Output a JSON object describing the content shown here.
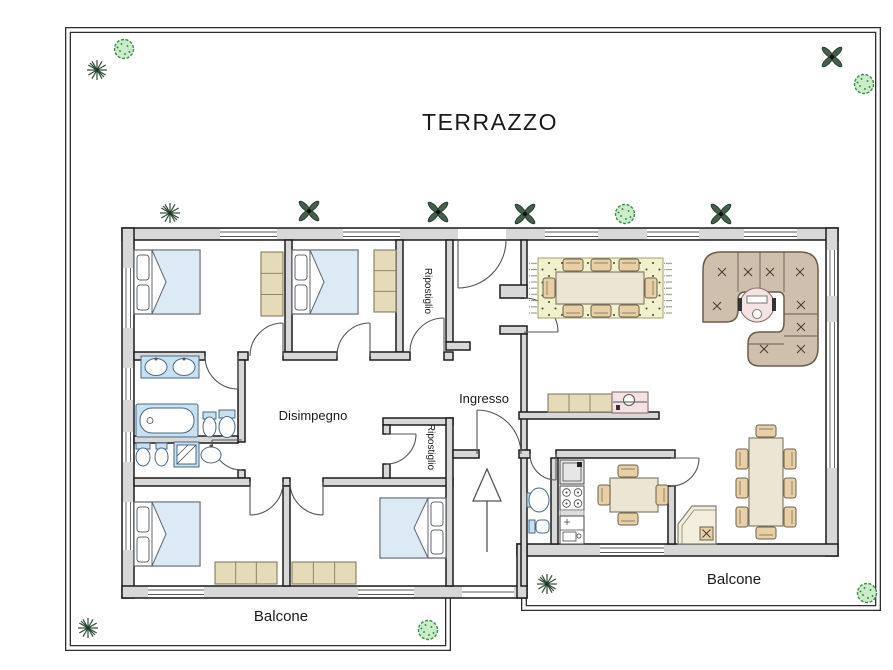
{
  "plan": {
    "title": "TERRAZZO",
    "labels": {
      "terrazzo": "TERRAZZO",
      "ripostiglio_top": "Ripostiglio",
      "ripostiglio_middle": "Ripostiglio",
      "disimpegno": "Disimpegno",
      "ingresso": "Ingresso",
      "balcone_left": "Balcone",
      "balcone_right": "Balcone"
    },
    "colors": {
      "wall_fill": "#d8d8d8",
      "wall_stroke": "#1c1c1c",
      "bed_fill": "#dceaf6",
      "wardrobe_fill": "#e5dbb9",
      "fixture_fill": "#c9e0ef",
      "rug_fill": "#f1f1cd",
      "table_fill": "#ece5d3",
      "chair_fill": "#e8cfa6",
      "sofa_fill": "#cfc0ae",
      "accent_pink": "#f5e2e2",
      "bush_fill": "#c9ecc9",
      "plant_dark": "#2e4a33"
    },
    "icons": [
      "double-bed-icon",
      "wardrobe-icon",
      "bathtub-icon",
      "double-sink-icon",
      "toilet-icon",
      "bidet-icon",
      "shower-icon",
      "washbasin-icon",
      "fridge-icon",
      "stove-icon",
      "kitchen-sink-icon",
      "kitchen-table-icon",
      "corner-bench-icon",
      "dining-table-icon",
      "dining-chair-icon",
      "corner-sofa-icon",
      "coffee-table-icon",
      "sideboard-icon",
      "entrance-arrow-icon",
      "door-swing-icon",
      "window-icon",
      "bush-icon",
      "spiky-plant-icon",
      "propeller-plant-icon"
    ]
  }
}
